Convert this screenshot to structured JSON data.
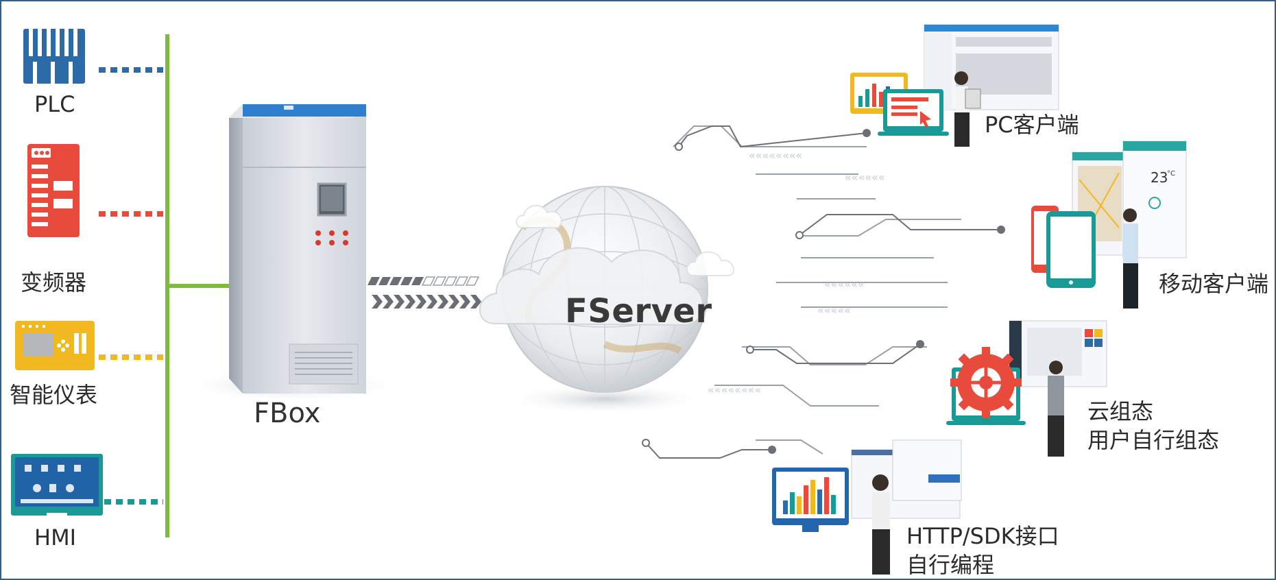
{
  "devices": {
    "plc": "PLC",
    "inverter": "变频器",
    "meter": "智能仪表",
    "hmi": "HMI"
  },
  "gateway": {
    "label": "FBox"
  },
  "cloud": {
    "label": "FServer"
  },
  "clients": {
    "pc": "PC客户端",
    "mobile": "移动客户端",
    "scada_line1": "云组态",
    "scada_line2": "用户自行组态",
    "api_line1": "HTTP/SDK接口",
    "api_line2": "自行编程"
  },
  "mobile_screen": {
    "temperature": "23",
    "unit": "°C"
  },
  "colors": {
    "bus": "#7dbb3c",
    "plc": "#2d6aa8",
    "inverter": "#e84b3c",
    "meter": "#f2b81f",
    "hmi": "#1a9a96",
    "teal": "#14a3a0",
    "gear": "#e84b3c"
  }
}
